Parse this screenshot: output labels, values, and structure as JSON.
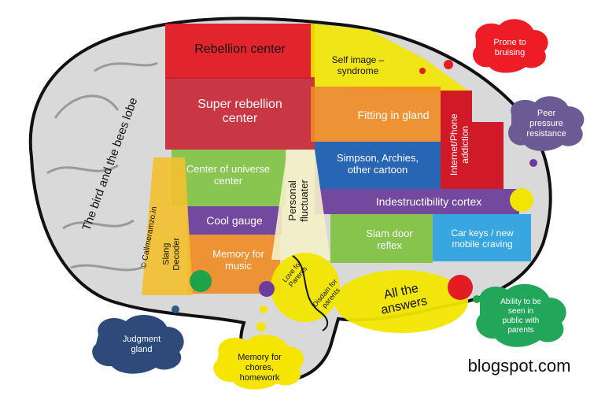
{
  "regions": {
    "rebellion": "Rebellion center",
    "self_image": "Self image –\nsyndrome",
    "super_rebellion": "Super rebellion\ncenter",
    "fitting_in": "Fitting in gland",
    "internet": "Internet/Phone\naddiction",
    "center_universe": "Center of universe\ncenter",
    "simpson": "Simpson, Archies,\nother cartoon",
    "personal": "Personal\nfluctuater",
    "indestructibility": "Indestructibility cortex",
    "cool_gauge": "Cool gauge",
    "slam_door": "Slam door\nreflex",
    "car_keys": "Car keys / new\nmobile craving",
    "memory_music": "Memory for\nmusic",
    "slang": "Slang\nDecoder",
    "bird_bees": "The bird and the bees lobe",
    "copyright": "© Callmeramzo.in",
    "love_parents": "Love for\nParents",
    "disdain_parents": "Disdain for\nparents",
    "all_answers": "All the\nanswers"
  },
  "clouds": {
    "prone": "Prone to\nbruising",
    "peer": "Peer\npressure\nresistance",
    "ability": "Ability to be\nseen in\npublic with\nparents",
    "judgment": "Judgment\ngland",
    "chores": "Memory for\nchores,\nhomework"
  },
  "watermark": "blogspot.com",
  "colors": {
    "red": "#e31b23",
    "dark_red": "#c8102e",
    "yellow": "#f2e600",
    "orange": "#f08a24",
    "green": "#7fc241",
    "blue": "#1f5fb3",
    "purple": "#6a3d9a",
    "light_blue": "#2fa3e0"
  }
}
